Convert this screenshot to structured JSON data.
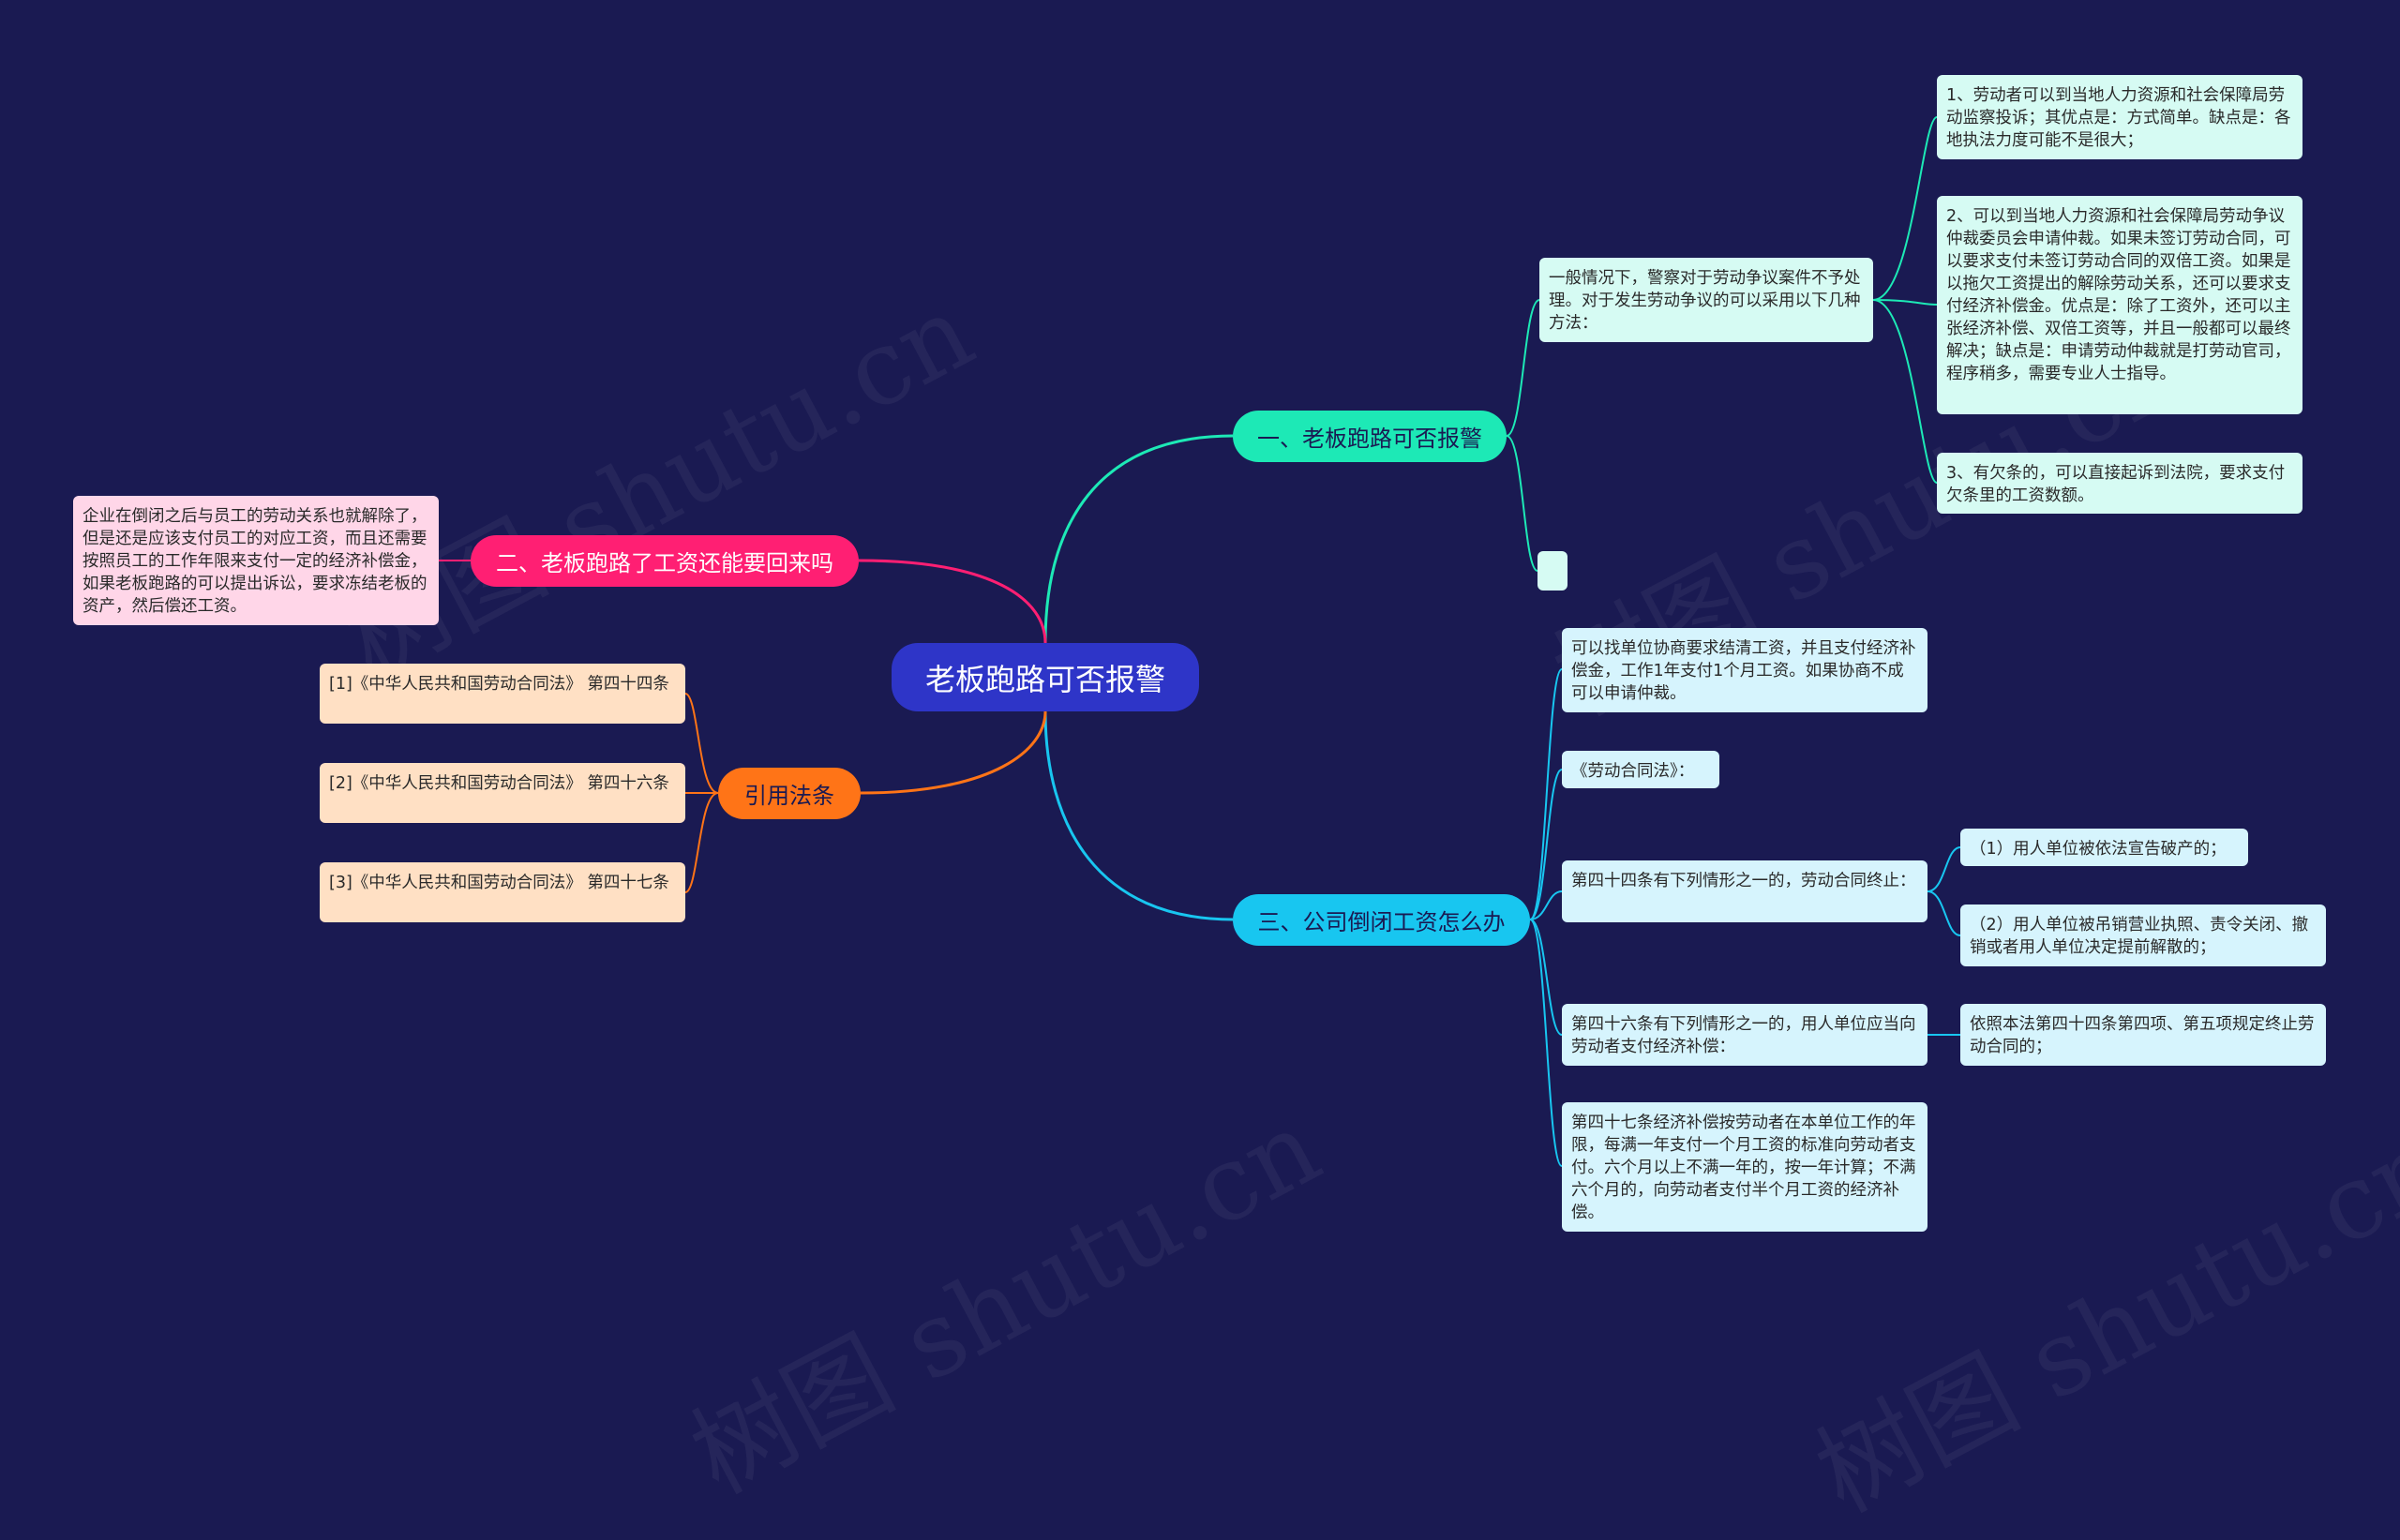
{
  "root": "老板跑路可否报警",
  "branches": {
    "b1": "一、老板跑路可否报警",
    "b2": "二、老板跑路了工资还能要回来吗",
    "b3": "三、公司倒闭工资怎么办",
    "b4": "引用法条"
  },
  "b1_children": {
    "intro": "一般情况下，警察对于劳动争议案件不予处理。对于发生劳动争议的可以采用以下几种方法：",
    "methods": [
      "1、劳动者可以到当地人力资源和社会保障局劳动监察投诉；其优点是：方式简单。缺点是：各地执法力度可能不是很大；",
      "2、可以到当地人力资源和社会保障局劳动争议仲裁委员会申请仲裁。如果未签订劳动合同，可以要求支付未签订劳动合同的双倍工资。如果是以拖欠工资提出的解除劳动关系，还可以要求支付经济补偿金。优点是：除了工资外，还可以主张经济补偿、双倍工资等，并且一般都可以最终解决；缺点是：申请劳动仲裁就是打劳动官司，程序稍多，需要专业人士指导。",
      "3、有欠条的，可以直接起诉到法院，要求支付欠条里的工资数额。"
    ]
  },
  "b2_child": "企业在倒闭之后与员工的劳动关系也就解除了，但是还是应该支付员工的对应工资，而且还需要按照员工的工作年限来支付一定的经济补偿金，如果老板跑路的可以提出诉讼，要求冻结老板的资产，然后偿还工资。",
  "b3_children": {
    "c1": "可以找单位协商要求结清工资，并且支付经济补偿金，工作1年支付1个月工资。如果协商不成可以申请仲裁。",
    "c2": "《劳动合同法》：",
    "c3": "第四十四条有下列情形之一的，劳动合同终止：",
    "c3_items": [
      "（1）用人单位被依法宣告破产的；",
      "（2）用人单位被吊销营业执照、责令关闭、撤销或者用人单位决定提前解散的；"
    ],
    "c4": "第四十六条有下列情形之一的，用人单位应当向劳动者支付经济补偿：",
    "c4_item": "依照本法第四十四条第四项、第五项规定终止劳动合同的；",
    "c5": "第四十七条经济补偿按劳动者在本单位工作的年限，每满一年支付一个月工资的标准向劳动者支付。六个月以上不满一年的，按一年计算；不满六个月的，向劳动者支付半个月工资的经济补偿。"
  },
  "b4_children": [
    "[1]《中华人民共和国劳动合同法》 第四十四条",
    "[2]《中华人民共和国劳动合同法》 第四十六条",
    "[3]《中华人民共和国劳动合同法》 第四十七条"
  ],
  "colors": {
    "background": "#1a1a52",
    "root": "#2e35c8",
    "branch1": "#1de9b6",
    "branch2": "#ff1f73",
    "branch3": "#18c6f0",
    "branch4": "#ff7417"
  }
}
